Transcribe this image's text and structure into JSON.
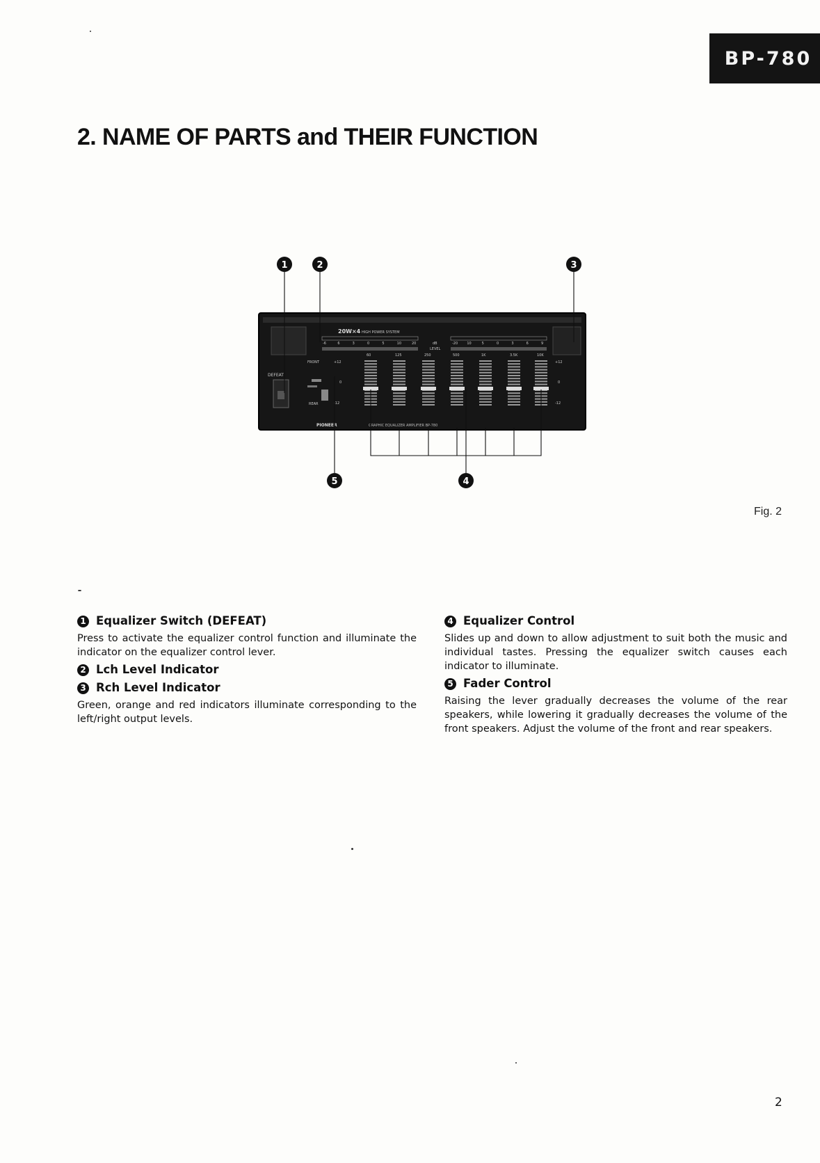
{
  "header": {
    "model_badge": "BP-780"
  },
  "title": "2. NAME OF PARTS and THEIR FUNCTION",
  "figure": {
    "caption": "Fig. 2",
    "callouts": [
      "1",
      "2",
      "3",
      "4",
      "5"
    ],
    "panel": {
      "power_label": "20W×4",
      "system_label": "HIGH POWER SYSTEM",
      "left_scale": [
        "-6",
        "6",
        "3",
        "0",
        "5",
        "10",
        "20"
      ],
      "right_scale": [
        "-20",
        "10",
        "5",
        "0",
        "3",
        "6",
        "9"
      ],
      "db_label": "dB",
      "level_label": "LEVEL",
      "defeat_label": "DEFEAT",
      "front_label": "FRONT",
      "rear_label": "REAR",
      "plus12": "+12",
      "zero": "0",
      "minus12": "-12",
      "band_labels": [
        "60",
        "125",
        "250",
        "500",
        "1K",
        "3.5K",
        "10K"
      ],
      "brand": "PIONEER",
      "model_line": "GRAPHIC EQUALIZER AMPLIFIER BP-780"
    }
  },
  "items_left": [
    {
      "num": "1",
      "heading": "Equalizer Switch (DEFEAT)",
      "text": "Press to activate the equalizer control function and illuminate the indicator on the equalizer control lever."
    },
    {
      "num": "2",
      "heading": "Lch Level Indicator",
      "text": ""
    },
    {
      "num": "3",
      "heading": "Rch Level Indicator",
      "text": "Green, orange and red indicators illuminate corresponding to the left/right output levels."
    }
  ],
  "items_right": [
    {
      "num": "4",
      "heading": "Equalizer Control",
      "text": "Slides up and down to allow adjustment to suit both the music and individual tastes. Pressing the equalizer switch causes each indicator to illuminate."
    },
    {
      "num": "5",
      "heading": "Fader Control",
      "text": "Raising the lever gradually decreases the volume of the rear speakers, while lowering it gradually decreases the volume of the front speakers. Adjust the volume of the front and rear speakers."
    }
  ],
  "page_number": "2"
}
